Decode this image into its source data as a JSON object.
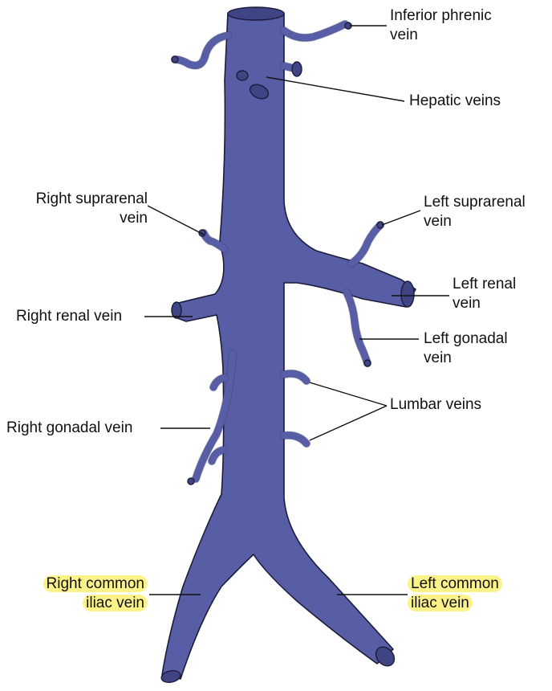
{
  "colors": {
    "vein_fill": "#585ea6",
    "vein_stroke": "#1c1c3a",
    "lumen": "#3f4485",
    "leader": "#111111",
    "highlight": "#fbf38a"
  },
  "labels": {
    "inferior_phrenic": [
      "Inferior phrenic",
      "vein"
    ],
    "hepatic": [
      "Hepatic veins"
    ],
    "right_suprarenal": [
      "Right suprarenal",
      "vein"
    ],
    "left_suprarenal": [
      "Left suprarenal",
      "vein"
    ],
    "left_renal": [
      "Left renal",
      "vein"
    ],
    "right_renal": [
      "Right renal vein"
    ],
    "left_gonadal": [
      "Left gonadal",
      "vein"
    ],
    "lumbar": [
      "Lumbar veins"
    ],
    "right_gonadal": [
      "Right gonadal vein"
    ],
    "right_common_iliac": [
      "Right common",
      "iliac vein"
    ],
    "left_common_iliac": [
      "Left common",
      "iliac vein"
    ]
  }
}
